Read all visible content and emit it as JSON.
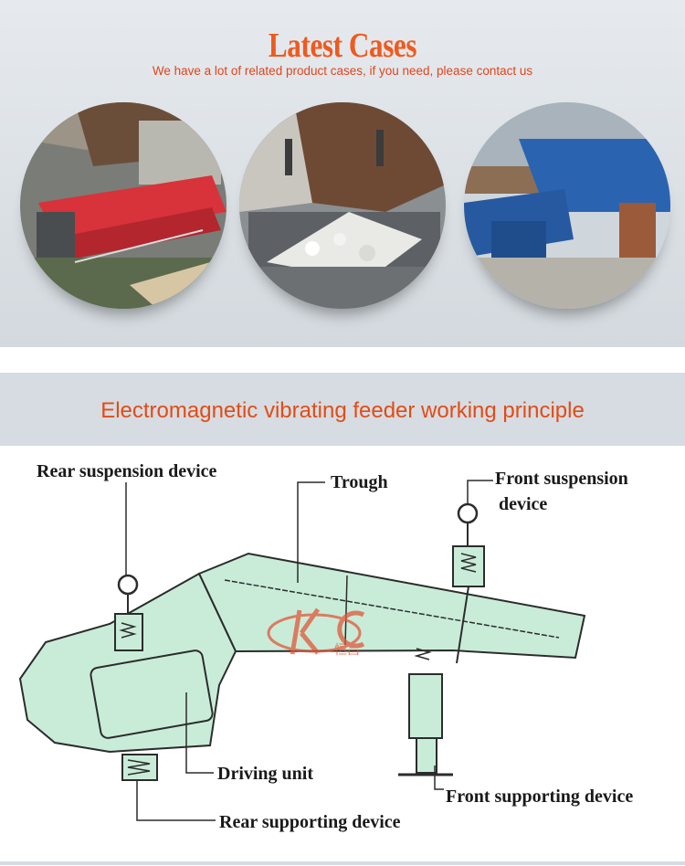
{
  "cases": {
    "title": "Latest Cases",
    "subtitle": "We have a lot of related product cases, if you need, please contact us"
  },
  "principle": {
    "title": "Electromagnetic vibrating feeder working principle"
  },
  "diagram": {
    "labels": {
      "rear_suspension": "Rear suspension device",
      "trough": "Trough",
      "front_suspension_1": "Front suspension",
      "front_suspension_2": "device",
      "driving_unit": "Driving unit",
      "front_supporting": "Front supporting device",
      "rear_supporting": "Rear supporting device"
    },
    "logo_text": "恒昌"
  },
  "colors": {
    "title_orange": "#ef5a1e",
    "feeder_fill": "#c9ecd9",
    "band_gray": "#d6dce1"
  }
}
